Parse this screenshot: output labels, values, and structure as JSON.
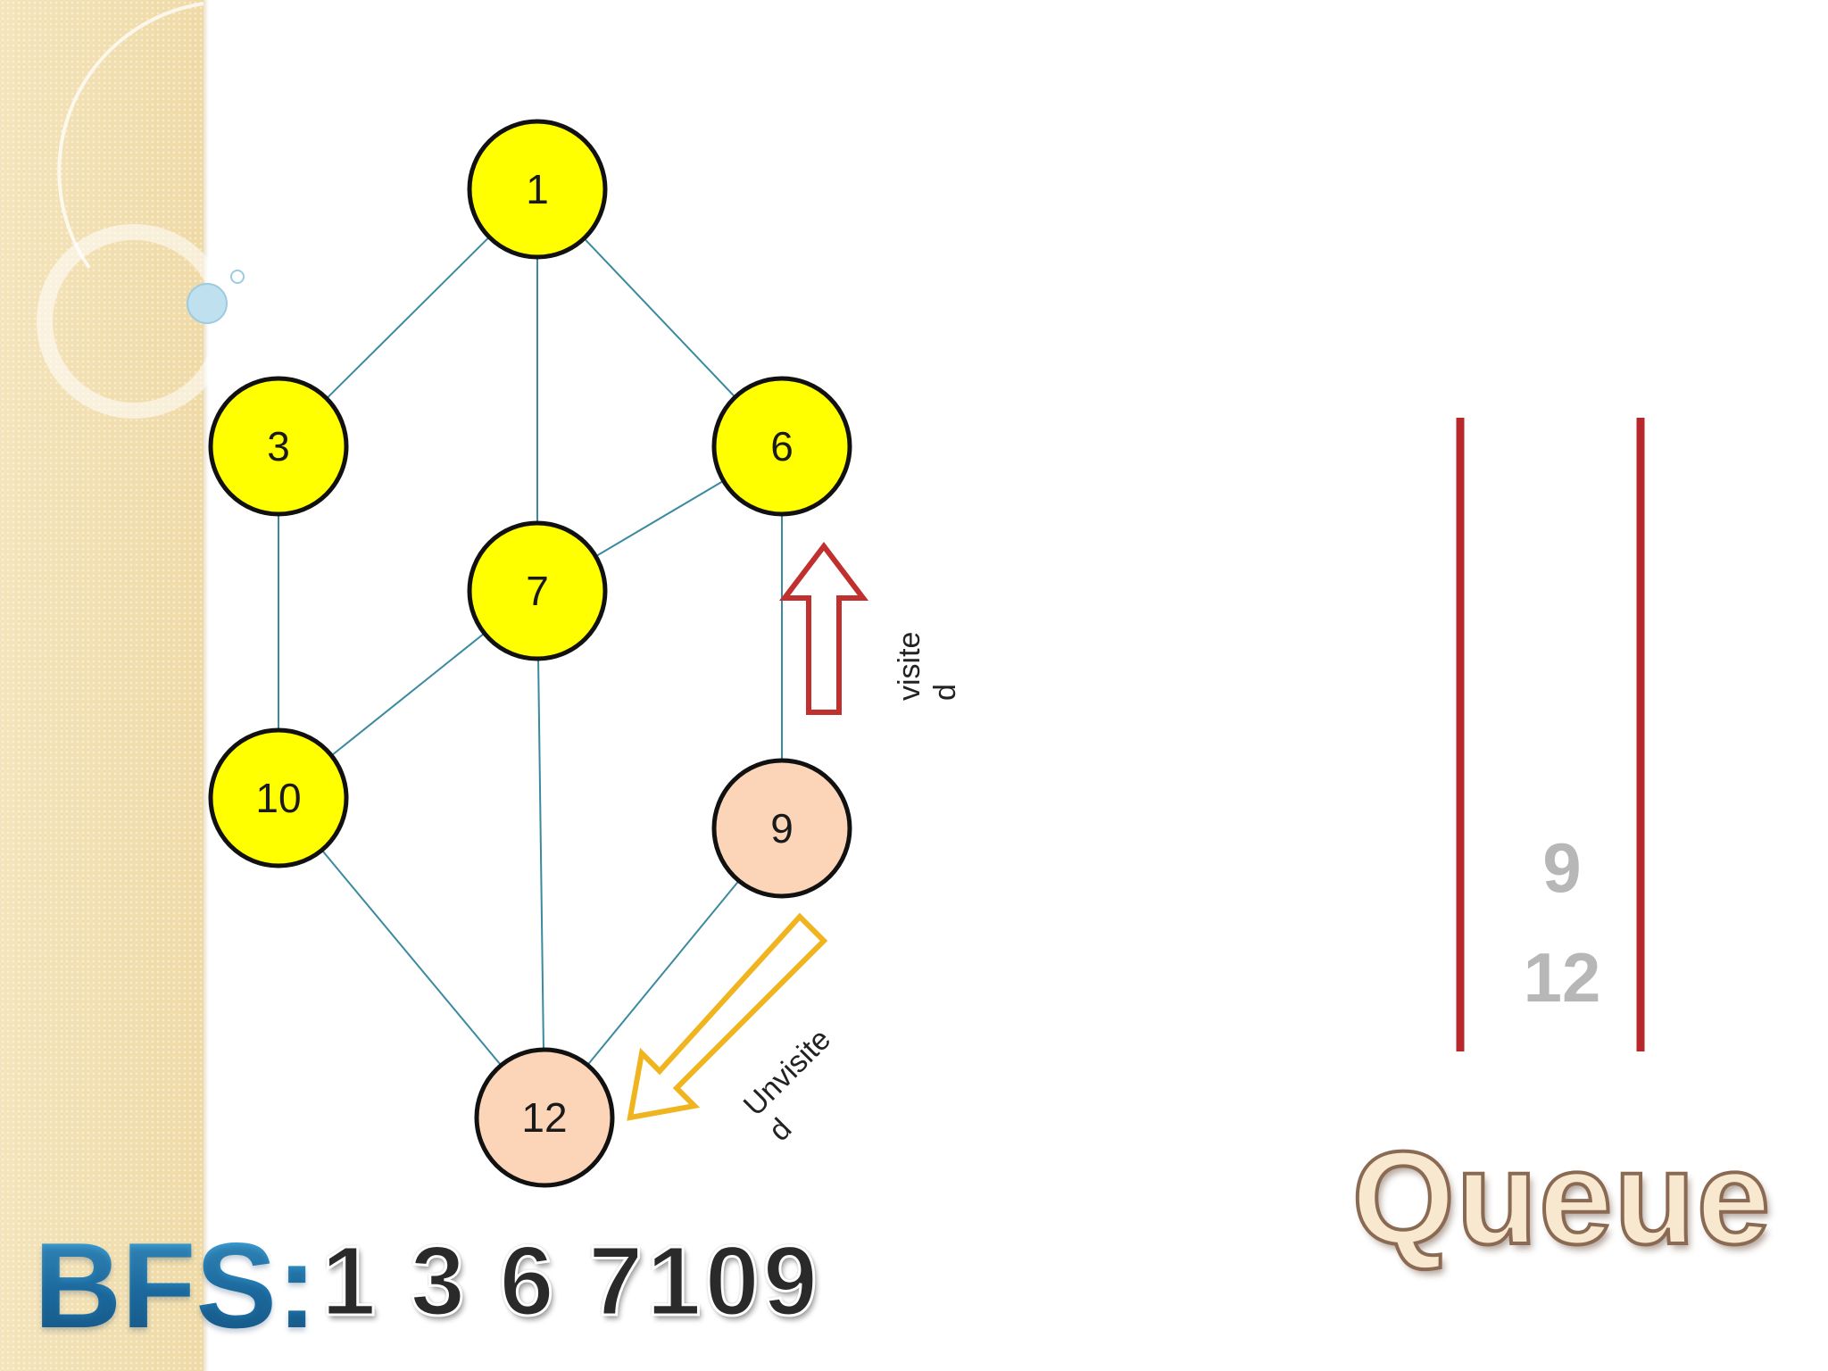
{
  "graph": {
    "nodes": [
      {
        "id": "1",
        "label": "1",
        "state": "visited"
      },
      {
        "id": "3",
        "label": "3",
        "state": "visited"
      },
      {
        "id": "6",
        "label": "6",
        "state": "visited"
      },
      {
        "id": "7",
        "label": "7",
        "state": "visited"
      },
      {
        "id": "10",
        "label": "10",
        "state": "visited"
      },
      {
        "id": "9",
        "label": "9",
        "state": "unvisited"
      },
      {
        "id": "12",
        "label": "12",
        "state": "unvisited"
      }
    ],
    "edges": [
      [
        "1",
        "3"
      ],
      [
        "1",
        "7"
      ],
      [
        "1",
        "6"
      ],
      [
        "3",
        "10"
      ],
      [
        "6",
        "7"
      ],
      [
        "6",
        "9"
      ],
      [
        "7",
        "10"
      ],
      [
        "7",
        "12"
      ],
      [
        "10",
        "12"
      ],
      [
        "9",
        "12"
      ]
    ]
  },
  "colors": {
    "visited_fill": "#ffff00",
    "unvisited_fill": "#fcd5b8",
    "node_stroke": "#111111",
    "edge": "#3b8a9e",
    "visited_arrow": "#c0302e",
    "unvisited_arrow": "#f0b41e",
    "queue_line": "#b8282b"
  },
  "annotations": {
    "visited_arrow_label_line1": "visite",
    "visited_arrow_label_line2": "d",
    "unvisited_arrow_label_line1": "Unvisite",
    "unvisited_arrow_label_line2": "d"
  },
  "queue": {
    "title": "Queue",
    "items": [
      "9",
      "12"
    ]
  },
  "bfs": {
    "label": "BFS:",
    "sequence": "1 3 6 7109"
  }
}
